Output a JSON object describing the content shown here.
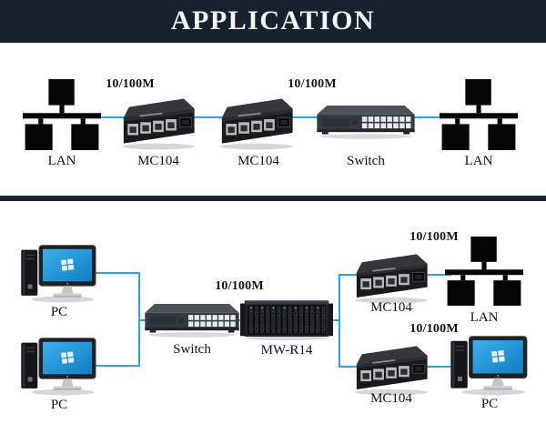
{
  "title": "APPLICATION",
  "colors": {
    "banner": "#17212d",
    "divider": "#1b2531",
    "link_line": "#2ba4e2",
    "label_text": "#141414",
    "monitor_screen": "#1f94d6"
  },
  "top": {
    "lan_left_label": "LAN",
    "link1_label": "10/100M",
    "mc1_label": "MC104",
    "mc2_label": "MC104",
    "link2_label": "10/100M",
    "switch_label": "Switch",
    "lan_right_label": "LAN"
  },
  "bottom": {
    "pc1_label": "PC",
    "pc2_label": "PC",
    "switch_label": "Switch",
    "main_link_label": "10/100M",
    "rack_label": "MW-R14",
    "link_top_label": "10/100M",
    "mc_top_label": "MC104",
    "lan_label": "LAN",
    "link_bottom_label": "10/100M",
    "mc_bottom_label": "MC104",
    "pc3_label": "PC"
  }
}
